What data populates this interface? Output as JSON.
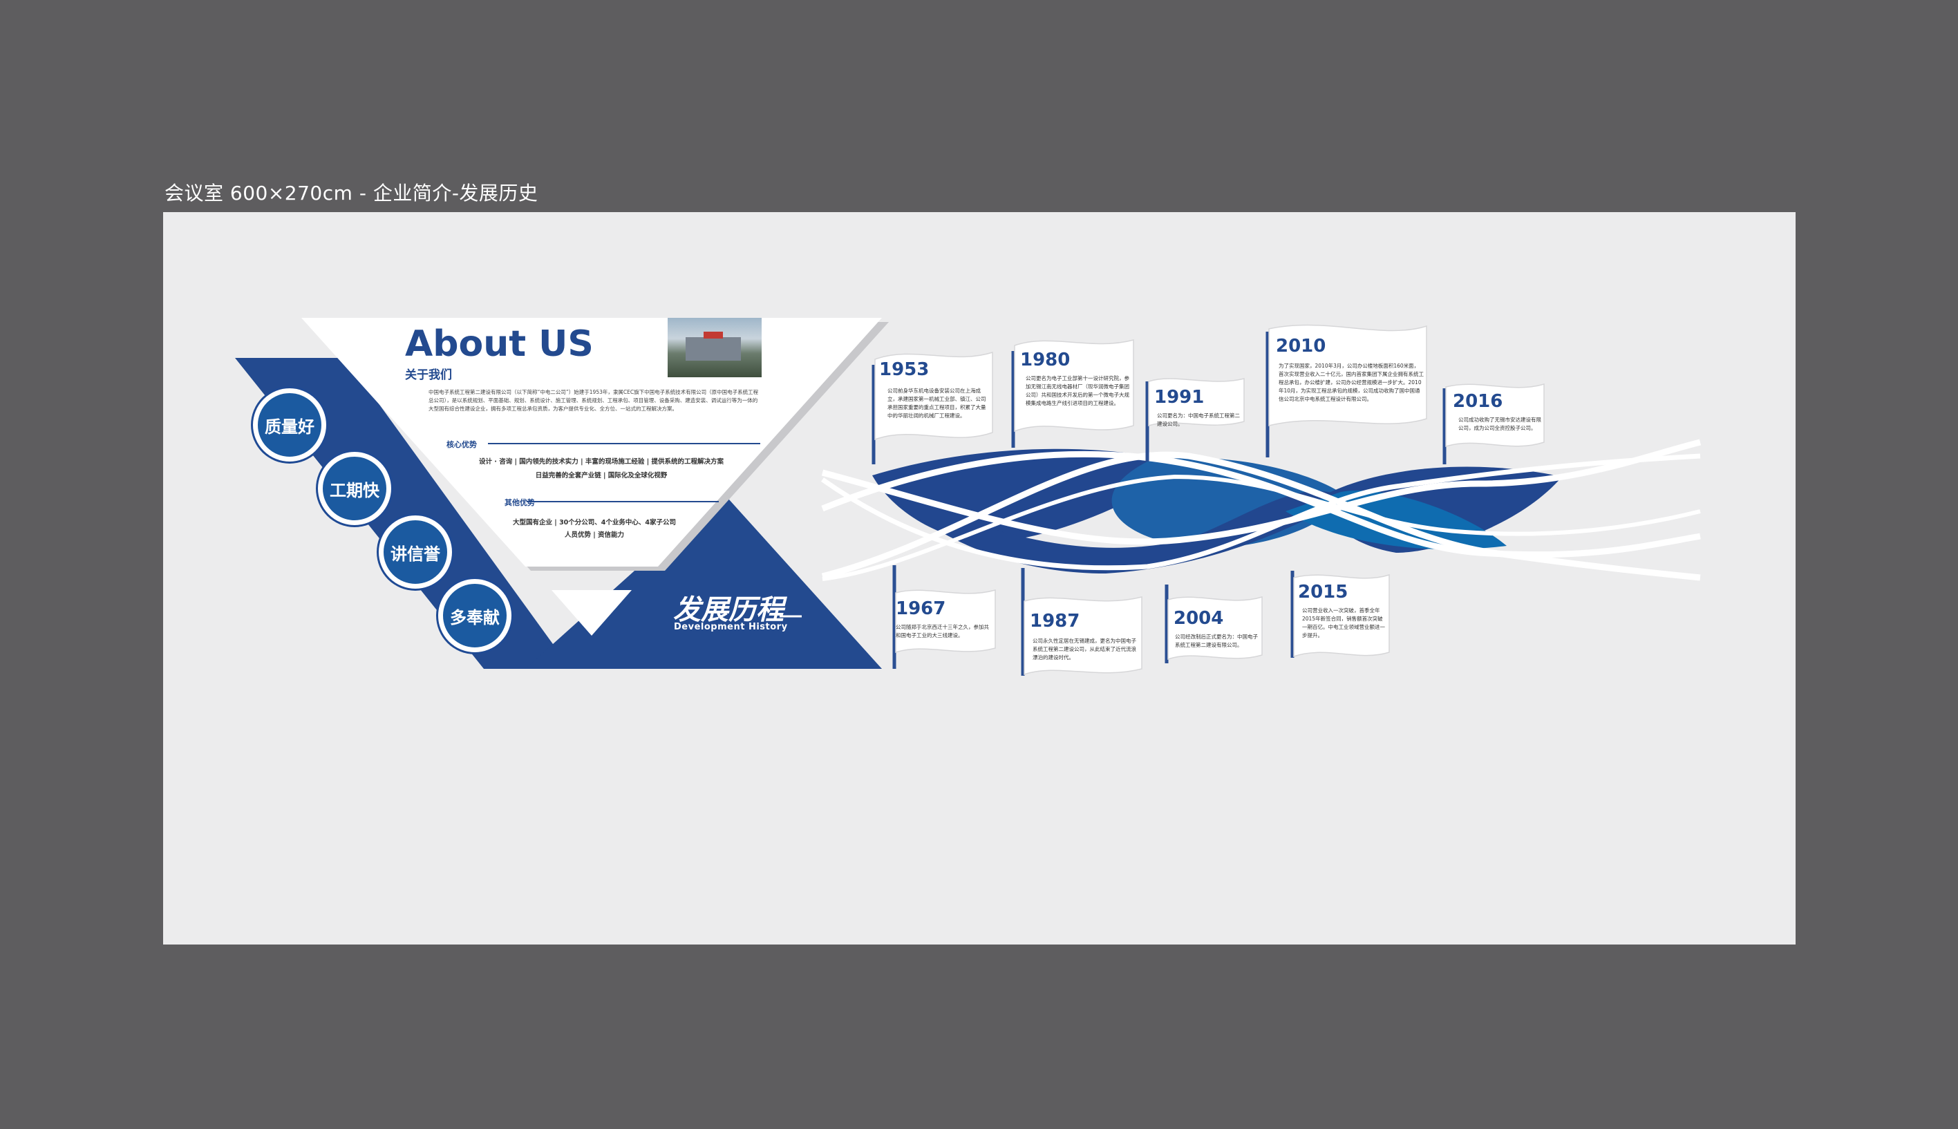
{
  "caption": "会议室 600×270cm - 企业简介-发展历史",
  "about": {
    "title": "About US",
    "subtitle": "关于我们",
    "intro": "中国电子系统工程第二建设有限公司（以下简称“中电二公司”）始建于1953年，隶属CEC旗下中国电子系统技术有限公司（原中国电子系统工程总公司），是以系统规划、平面基础、规划、系统设计、施工管理、系统规划、工程承包、项目管理、设备采购、建造安装、调试运行等为一体的大型国有综合性建设企业，拥有多项工程总承包资质，为客户提供专业化、全方位、一站式的工程解决方案。"
  },
  "advantages": [
    "质量好",
    "工期快",
    "讲信誉",
    "多奉献"
  ],
  "core": {
    "label": "核心优势",
    "line1": "设计 · 咨询 | 国内领先的技术实力 | 丰富的现场施工经验 | 提供系统的工程解决方案",
    "line2": "日益完善的全套产业链 | 国际化及全球化视野"
  },
  "other": {
    "label": "其他优势",
    "line1": "大型国有企业 | 30个分公司、4个业务中心、4家子公司",
    "line2": "人员优势 | 资信能力"
  },
  "history": {
    "title": "发展历程",
    "subtitle": "Development History"
  },
  "timeline_top": [
    {
      "year": "1953",
      "text": "公司前身华东机电设备安装公司在上海成立，承建国家第一机械工业部、镇江、公司承担国家重要的重点工程项目，积累了大量中的华丽壮阔的机械厂工程建设。"
    },
    {
      "year": "1980",
      "text": "公司更名为电子工业部第十一设计研究院，参加无锡江南无线电器材厂（现华润微电子集团公司）共和国技术开发后的第一个微电子大规模集成电路生产线引进项目的工程建设。"
    },
    {
      "year": "1991",
      "text": "公司更名为：中国电子系统工程第二建设公司。"
    },
    {
      "year": "2010",
      "text": "为了实现国家，2010年3月，公司办公楼地板面积160米面，首次实现营业收入二十亿元，国内首家集团下属企业拥有系统工程总承包，办公楼扩建，公司办公经营规模进一步扩大。2010年10月，为实现工程总承包的规模，公司成功收购了国中国通信公司北京中电系统工程设计有限公司。"
    },
    {
      "year": "2016",
      "text": "公司成功收购了无锡市安达建设有限公司，成为公司全资控股子公司。"
    }
  ],
  "timeline_bottom": [
    {
      "year": "1967",
      "text": "公司随郑于北京西迁十三年之久，参加共和国电子工业的大三线建设。"
    },
    {
      "year": "1987",
      "text": "公司永久性定居在无锡建成，更名为中国电子系统工程第二建设公司，从此结束了近代流浪漂泊的建设时代。"
    },
    {
      "year": "2004",
      "text": "公司经改制后正式更名为：中国电子系统工程第二建设有限公司。"
    },
    {
      "year": "2015",
      "text": "公司营业收入一次突破，首季全年2015年新签合同，销售额首次突破一期百亿。中电工业领域营业额进一步提升。"
    }
  ],
  "colors": {
    "navy": "#234a8f",
    "blue": "#1e5799",
    "light_blue": "#0f6cb0",
    "board": "#ececed",
    "frame": "#5e5d5f"
  }
}
